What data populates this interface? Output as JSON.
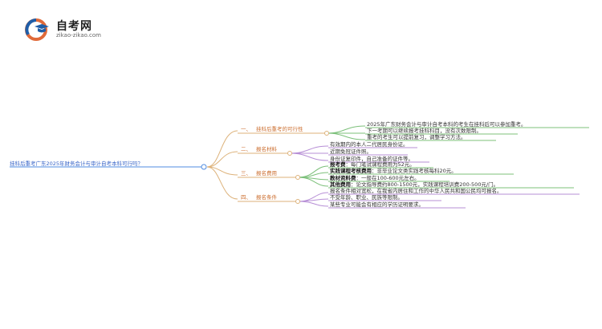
{
  "header": {
    "title": "自考网",
    "url": "zikao-zikao.com"
  },
  "mindmap": {
    "root": "挂科后重考广东2025年财务会计与审计自考本科可行吗？",
    "branches": [
      {
        "num": "一、",
        "label": "挂科后重考的可行性",
        "leaves": [
          "2025年广东财务会计与审计自考本科的考生在挂科后可以参加重考。",
          "下一考期可以继续报考挂科科目，没有次数限制。",
          "重考的考生可以提前复习，调整学习方法。"
        ]
      },
      {
        "num": "二、",
        "label": "报名材料",
        "leaves": [
          "有效期内的本人二代居民身份证。",
          "近期免冠证件照。",
          "身份证复印件，自己准备的证件等。"
        ]
      },
      {
        "num": "三、",
        "label": "报名费用",
        "leaves": [
          {
            "bold": "报考费",
            "text": "：每门笔试课程费用为52元。"
          },
          {
            "bold": "实践课程考核费用",
            "text": "：非毕业论文类实践考核每科20元。"
          },
          {
            "bold": "教材资料费",
            "text": "：一般在100-600元左右。"
          },
          {
            "bold": "其他费用",
            "text": "：论文指导费约800-1500元，实践课程培训费200-500元/门。"
          }
        ]
      },
      {
        "num": "四、",
        "label": "报名条件",
        "leaves": [
          "报名条件相对宽松，在我省内居住和工作的中华人民共和国公民均可报名。",
          "不受年龄、职业、民族等限制。",
          "某些专业可能会有相应的学历证明要求。"
        ]
      }
    ]
  }
}
